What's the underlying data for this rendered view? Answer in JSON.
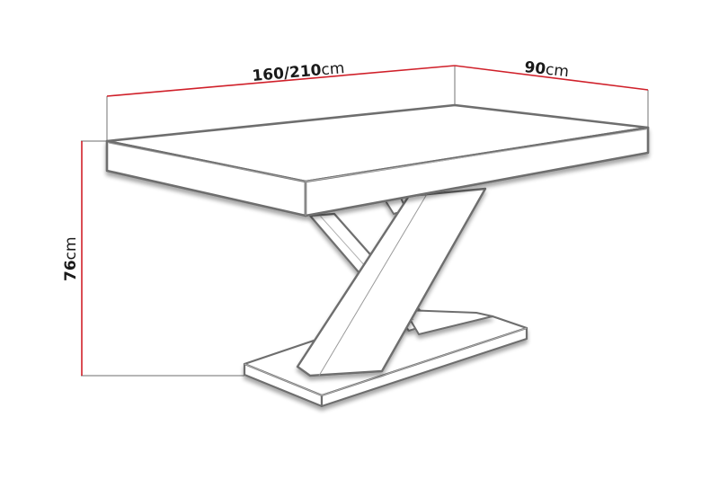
{
  "diagram": {
    "subject": "Table with X-shaped pedestal base",
    "colors": {
      "background": "#ffffff",
      "dimension_line": "#d0202a",
      "extension_line": "#8a8a8a",
      "outline": "#6e6e6e",
      "label_text": "#1a1a1a"
    },
    "dimensions": {
      "length": {
        "value": "160/210",
        "unit": "cm"
      },
      "width": {
        "value": "90",
        "unit": "cm"
      },
      "height": {
        "value": "76",
        "unit": "cm"
      }
    }
  }
}
